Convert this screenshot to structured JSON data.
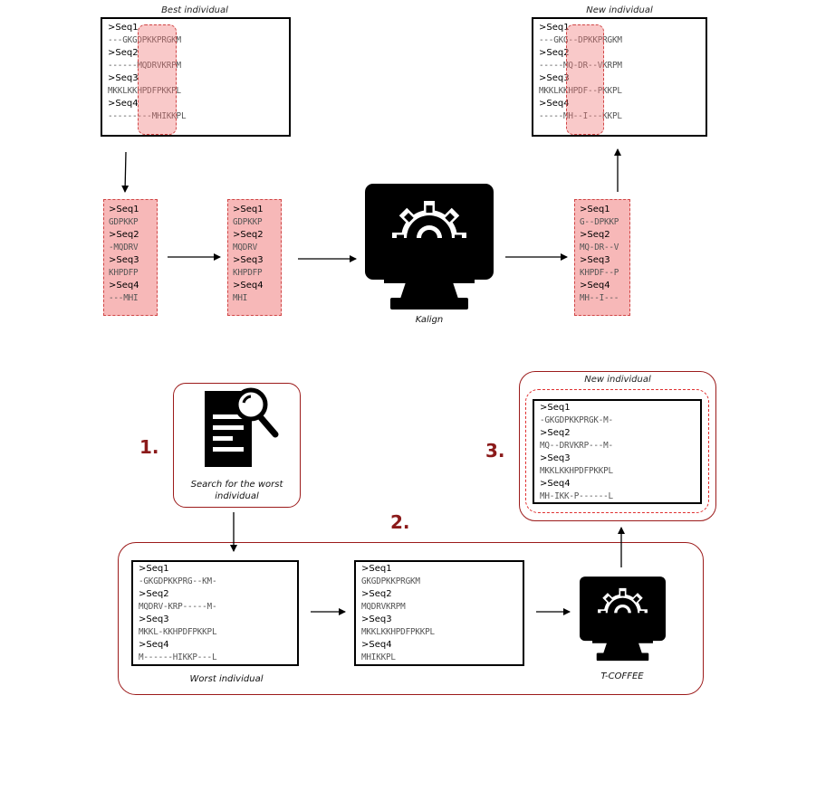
{
  "top": {
    "best_title": "Best individual",
    "new_title": "New individual",
    "kalign_label": "Kalign",
    "best_box": [
      {
        "name": ">Seq1",
        "seq": "---GKGDPKKPRGKM"
      },
      {
        "name": ">Seq2",
        "seq": "------MQDRVKRPM"
      },
      {
        "name": ">Seq3",
        "seq": "MKKLKKHPDFPKKPL"
      },
      {
        "name": ">Seq4",
        "seq": "---------MHIKKPL"
      }
    ],
    "extract_box": [
      {
        "name": ">Seq1",
        "seq": "GDPKKP"
      },
      {
        "name": ">Seq2",
        "seq": "-MQDRV"
      },
      {
        "name": ">Seq3",
        "seq": "KHPDFP"
      },
      {
        "name": ">Seq4",
        "seq": "---MHI"
      }
    ],
    "ungapped_box": [
      {
        "name": ">Seq1",
        "seq": "GDPKKP"
      },
      {
        "name": ">Seq2",
        "seq": "MQDRV"
      },
      {
        "name": ">Seq3",
        "seq": "KHPDFP"
      },
      {
        "name": ">Seq4",
        "seq": "MHI"
      }
    ],
    "realigned_box": [
      {
        "name": ">Seq1",
        "seq": "G--DPKKP"
      },
      {
        "name": ">Seq2",
        "seq": "MQ-DR--V"
      },
      {
        "name": ">Seq3",
        "seq": "KHPDF--P"
      },
      {
        "name": ">Seq4",
        "seq": "MH--I---"
      }
    ],
    "new_box": [
      {
        "name": ">Seq1",
        "seq": "---GKG--DPKKPRGKM"
      },
      {
        "name": ">Seq2",
        "seq": "-----MQ-DR--VKRPM"
      },
      {
        "name": ">Seq3",
        "seq": "MKKLKKHPDF--PKKPL"
      },
      {
        "name": ">Seq4",
        "seq": "-----MH--I---KKPL"
      }
    ]
  },
  "bottom": {
    "step1": "1.",
    "step2": "2.",
    "step3": "3.",
    "search_caption_line1": "Search for the worst",
    "search_caption_line2": "individual",
    "worst_label": "Worst individual",
    "tcoffee_label": "T-COFFEE",
    "new_title": "New individual",
    "worst_box": [
      {
        "name": ">Seq1",
        "seq": "-GKGDPKKPRG--KM-"
      },
      {
        "name": ">Seq2",
        "seq": "MQDRV-KRP-----M-"
      },
      {
        "name": ">Seq3",
        "seq": "MKKL-KKHPDFPKKPL"
      },
      {
        "name": ">Seq4",
        "seq": "M------HIKKP---L"
      }
    ],
    "ungapped_box": [
      {
        "name": ">Seq1",
        "seq": "GKGDPKKPRGKM"
      },
      {
        "name": ">Seq2",
        "seq": "MQDRVKRPM"
      },
      {
        "name": ">Seq3",
        "seq": "MKKLKKHPDFPKKPL"
      },
      {
        "name": ">Seq4",
        "seq": "MHIKKPL"
      }
    ],
    "new_box": [
      {
        "name": ">Seq1",
        "seq": "-GKGDPKKPRGK-M-"
      },
      {
        "name": ">Seq2",
        "seq": "MQ--DRVKRP---M-"
      },
      {
        "name": ">Seq3",
        "seq": "MKKLKKHPDFPKKPL"
      },
      {
        "name": ">Seq4",
        "seq": "MH-IKK-P------L"
      }
    ]
  },
  "colors": {
    "highlight": "#f7b8b8",
    "highlight_border": "#d04545",
    "step_number": "#8b1a1a",
    "frame_border": "#9c1b1b",
    "new_individual_dashed": "#e03030"
  },
  "icons": [
    "monitor-gear-icon",
    "document-search-icon"
  ]
}
